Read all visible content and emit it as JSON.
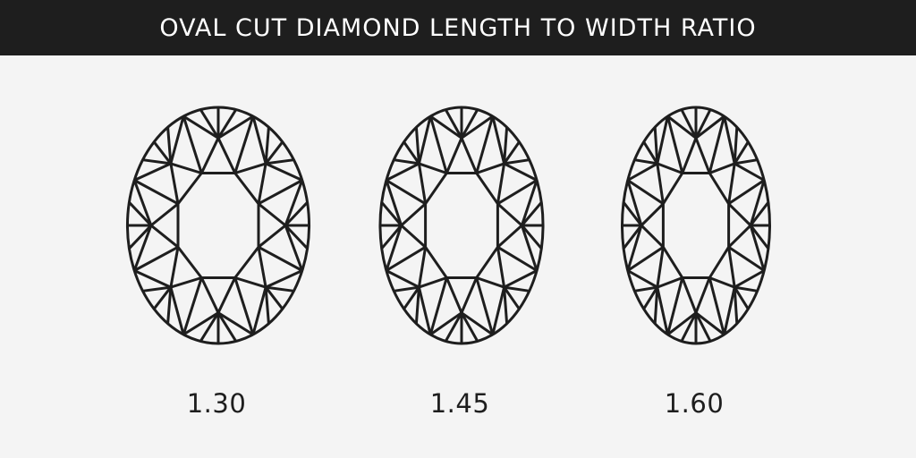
{
  "header": {
    "title": "OVAL CUT DIAMOND LENGTH TO WIDTH RATIO",
    "background_color": "#1e1e1e",
    "text_color": "#ffffff"
  },
  "diagrams": [
    {
      "ratio_label": "1.30",
      "length_to_width": 1.3,
      "icon": "oval-diamond-icon"
    },
    {
      "ratio_label": "1.45",
      "length_to_width": 1.45,
      "icon": "oval-diamond-icon"
    },
    {
      "ratio_label": "1.60",
      "length_to_width": 1.6,
      "icon": "oval-diamond-icon"
    }
  ],
  "colors": {
    "background": "#f4f4f4",
    "line": "#1e1e1e"
  }
}
